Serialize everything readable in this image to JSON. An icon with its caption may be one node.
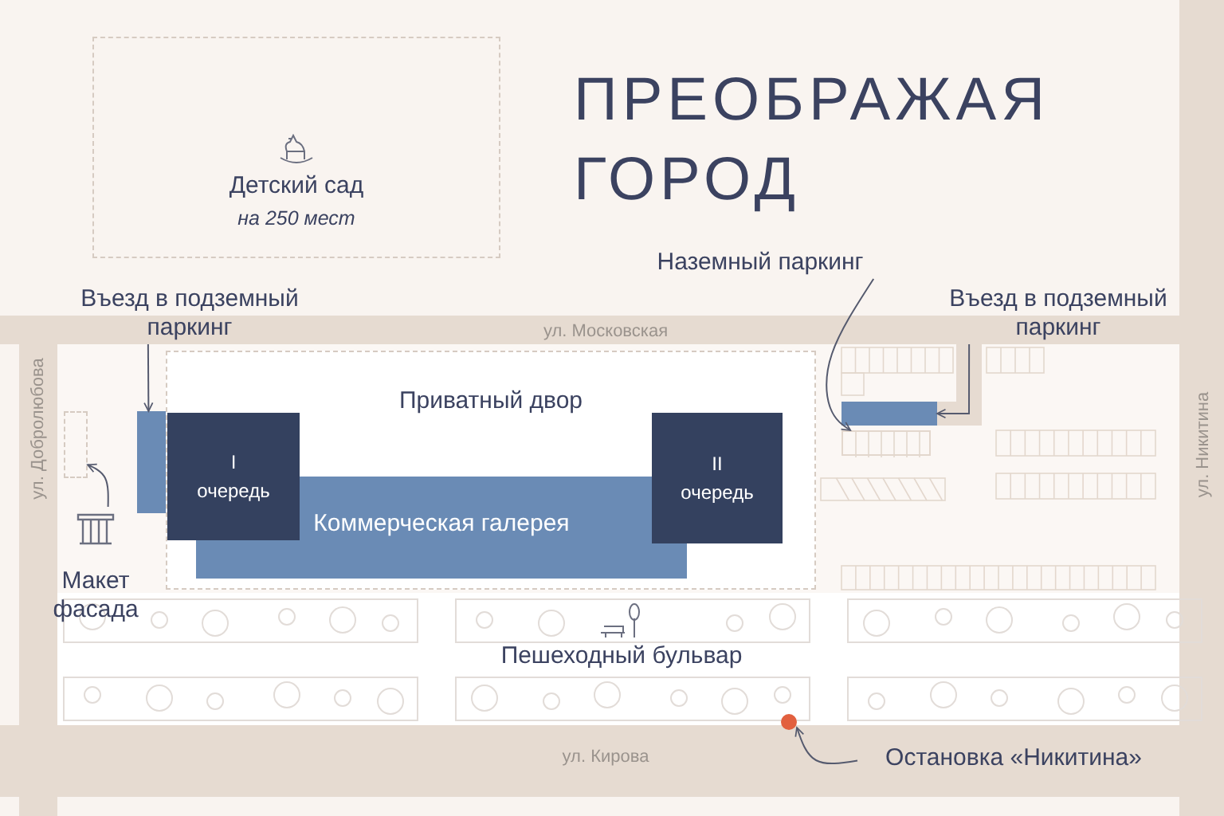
{
  "diagram": {
    "title": "ПРЕОБРАЖАЯ ГОРОД",
    "nodes": [
      {
        "text": [
          "Детский сад",
          "на 250 мест"
        ]
      },
      {
        "text": [
          "Приватный двор"
        ]
      },
      {
        "text": [
          "I очередь"
        ],
        "in": 1
      },
      {
        "text": [
          "II очередь"
        ],
        "in": 1
      },
      {
        "text": [
          "Коммерческая галерея"
        ],
        "in": 1
      },
      {
        "text": [
          "Въезд в подземный паркинг"
        ]
      },
      {
        "text": [],
        "shape": "bar"
      },
      {
        "text": [
          "Наземный паркинг"
        ]
      },
      {
        "text": [
          "Въезд в подземный паркинг"
        ]
      },
      {
        "text": [],
        "shape": "bar"
      },
      {
        "text": [
          "Макет фасада"
        ]
      },
      {
        "text": [],
        "shape": "box"
      },
      {
        "text": [
          "Остановка «Никитина»"
        ]
      },
      {
        "text": [],
        "shape": "circle"
      },
      {
        "text": [],
        "shape": "box"
      }
    ],
    "edges": [
      {
        "from": 5,
        "to": 6,
        "arrow": "to"
      },
      {
        "from": 7,
        "to": 14,
        "arrow": "to"
      },
      {
        "from": 8,
        "to": 9,
        "arrow": "to"
      },
      {
        "from": 10,
        "to": 11,
        "arrow": "to"
      },
      {
        "from": 12,
        "to": 13,
        "arrow": "to"
      }
    ],
    "labels": [
      "ул. Московская",
      "ул. Добролюбова",
      "ул. Никитина",
      "Пешеходный бульвар",
      "ул. Кирова"
    ]
  }
}
